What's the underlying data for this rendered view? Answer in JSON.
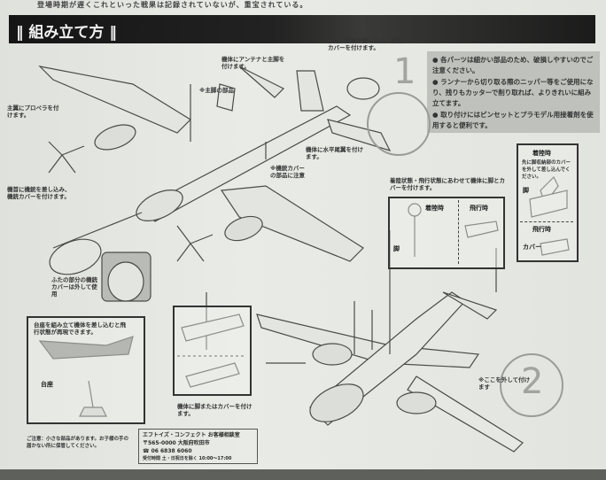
{
  "top_note": "登場時期が遅くこれといった戦果は記録されていないが、重宝されている。",
  "header": {
    "title": "‖ 組み立て方 ‖"
  },
  "info_box": {
    "items": [
      "● 各パーツは細かい部品のため、破損しやすいのでご注意ください。",
      "● ランナーから切り取る際のニッパー等をご使用になり、残りもカッターで削り取れば、よりきれいに組み立てます。",
      "● 取り付けにはピンセットとプラモデル用接着剤を使用すると便利です。"
    ]
  },
  "callouts": {
    "antenna": "機体にアンテナと主脚を付けます。",
    "part_label": "※主脚の部品",
    "propeller": "主翼にプロペラを付けます。",
    "nose_gun": "機首に機銃を差し込み、機銃カバーを付けます。",
    "tail_gun": "機尾に機銃を差し込み、機銃カバーを付けます。",
    "stabilizer": "機体に水平尾翼を付けます。",
    "note_parts": "※機銃カバーの部品に注意",
    "canopy_note": "ふたの部分の機銃カバーは外して使用",
    "gear_state": "着陸状態・飛行状態にあわせて機体に脚とカバーを付けます。",
    "gear_or_cover": "機体に脚またはカバーを付けます。",
    "stand": "台座を組み立て機体を差し込むと飛行状態が再現できます。",
    "stand_part": "台座",
    "bay_note": "※ここを外して付けます",
    "right_note": "先に脚収納部のカバーを外して差し込んでください。",
    "leg": "脚",
    "cover": "カバー",
    "bottom_note": "ご注意：小さな部品があります。お子様の手の届かない所に保管してください。"
  },
  "steps": {
    "one": "1",
    "two": "2"
  },
  "modes": {
    "landing": "着陸時",
    "flight": "飛行時"
  },
  "company": {
    "name": "エフトイズ・コンフェクト お客様相談室",
    "address": "〒565-0000 大阪府吹田市",
    "tel": "☎ 06 6838 6060",
    "hours": "受付時間 土・日祝日を除く 10:00〜17:00"
  }
}
